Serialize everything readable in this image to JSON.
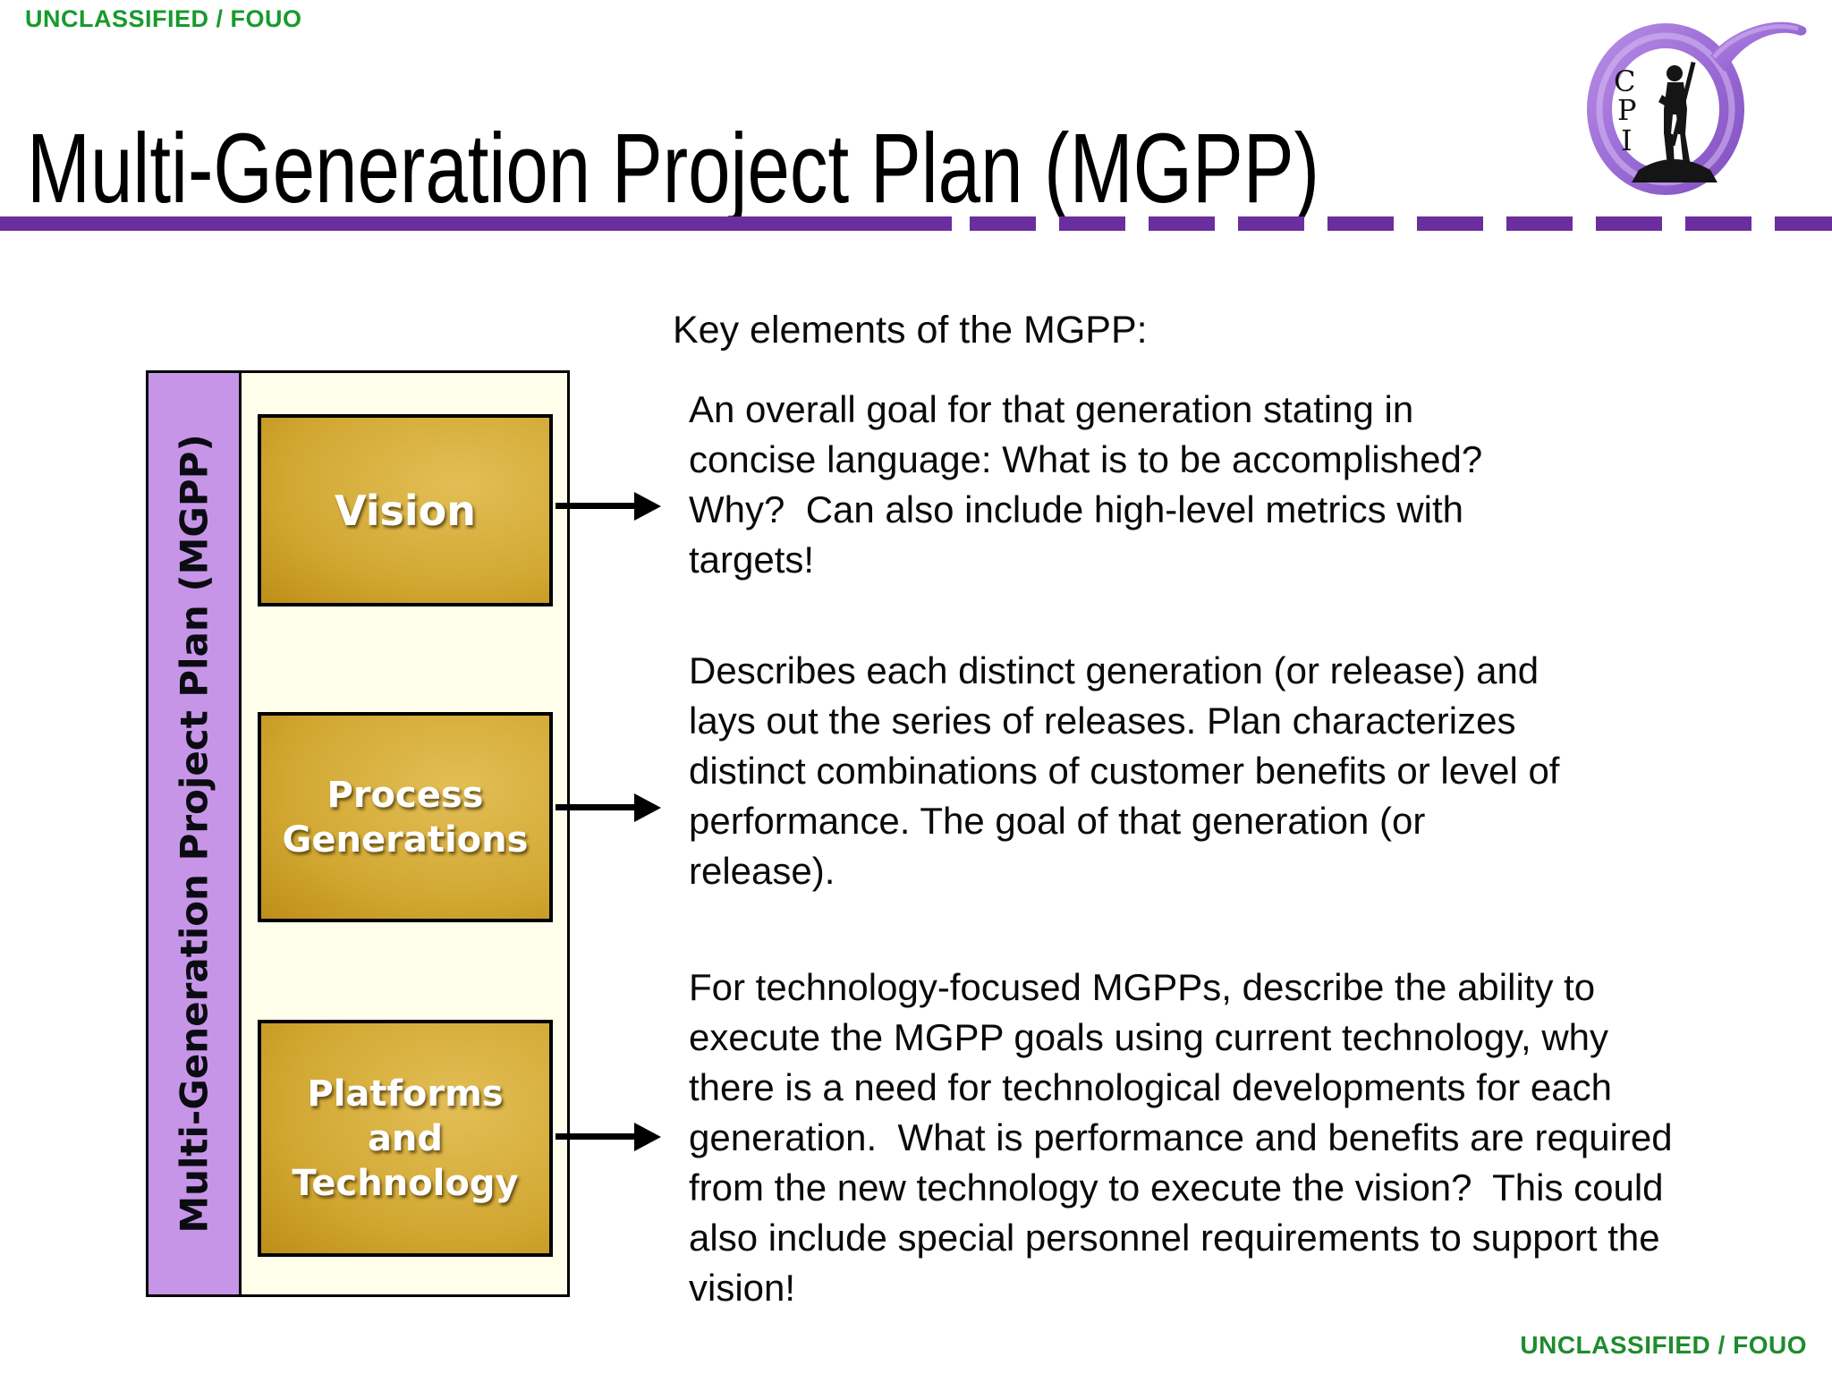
{
  "classification": {
    "top_label": "UNCLASSIFIED / FOUO",
    "bottom_label": "UNCLASSIFIED / FOUO"
  },
  "header": {
    "title": "Multi-Generation Project Plan (MGPP)"
  },
  "logo": {
    "letters": {
      "c": "C",
      "p": "P",
      "i": "I"
    },
    "description": "purple sigma with minuteman figure"
  },
  "diagram": {
    "side_label": "Multi-Generation Project Plan (MGPP)",
    "boxes": [
      {
        "label": "Vision"
      },
      {
        "label": "Process\nGenerations"
      },
      {
        "label": "Platforms\nand\nTechnology"
      }
    ]
  },
  "content": {
    "heading": "Key elements of the MGPP:",
    "paragraphs": [
      "An overall goal for that generation stating in\nconcise language: What is to be accomplished?\nWhy?  Can also include high-level metrics with\ntargets!",
      "Describes each distinct generation (or release) and\nlays out the series of releases. Plan characterizes\ndistinct combinations of customer benefits or level of\nperformance. The goal of that generation (or\nrelease).",
      "For technology-focused MGPPs, describe the ability to\nexecute the MGPP goals using current technology, why\nthere is a need for technological developments for each\ngeneration.  What is performance and benefits are required\nfrom the new technology to execute the vision?  This could\nalso include special personnel requirements to support the\nvision!"
    ]
  },
  "colors": {
    "classification_green_top": "#189A2C",
    "classification_green_bottom": "#1E8C2E",
    "accent_purple": "#6B2E9E",
    "sidebar_purple": "#C795E8",
    "panel_ivory": "#FFFEEA",
    "gold_light": "#E2BE55",
    "gold_dark": "#A87E0E",
    "logo_purple": "#9B6CD6"
  }
}
